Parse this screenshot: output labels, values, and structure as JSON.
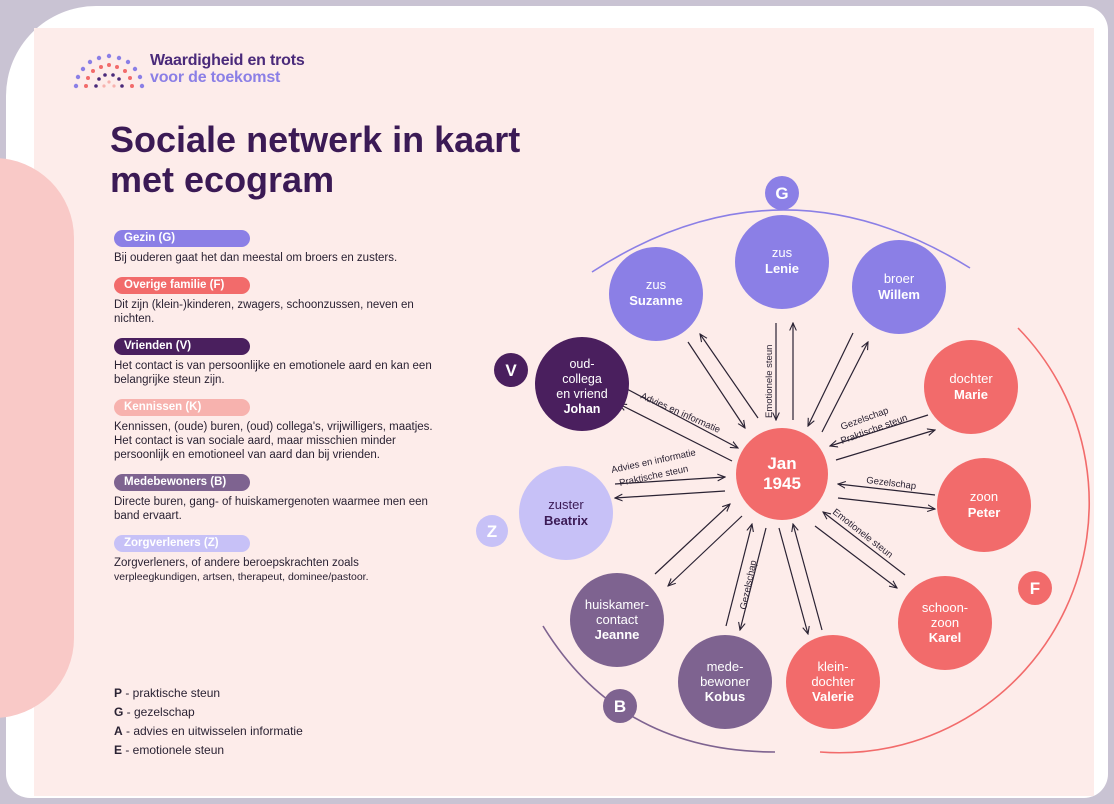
{
  "logo": {
    "line1": "Waardigheid en trots",
    "line2": "voor de toekomst"
  },
  "title": "Sociale netwerk in kaart met ecogram",
  "legend": [
    {
      "label": "Gezin (G)",
      "color": "#8b7fe6",
      "text": "Bij ouderen gaat het dan meestal om broers en zusters."
    },
    {
      "label": "Overige familie (F)",
      "color": "#f26b6b",
      "text": "Dit zijn (klein-)kinderen, zwagers, schoonzussen, neven en nichten."
    },
    {
      "label": "Vrienden (V)",
      "color": "#4a1f5e",
      "text": "Het contact is van persoonlijke en emotionele aard en kan een belangrijke steun zijn."
    },
    {
      "label": "Kennissen (K)",
      "color": "#f7b2ae",
      "text": "Kennissen, (oude) buren, (oud) collega's, vrijwilligers, maatjes. Het contact is van sociale aard, maar misschien minder persoonlijk en emotioneel van aard dan bij vrienden."
    },
    {
      "label": "Medebewoners (B)",
      "color": "#7e6390",
      "text": "Directe buren, gang- of huiskamergenoten waarmee men een band ervaart."
    },
    {
      "label": "Zorgverleners (Z)",
      "color": "#c7c1f7",
      "text": "Zorgverleners, of andere beroepskrachten zoals",
      "text2": "verpleegkundigen, artsen, therapeut, dominee/pastoor."
    }
  ],
  "keys": [
    {
      "letter": "P",
      "text": " - praktische steun"
    },
    {
      "letter": "G",
      "text": " - gezelschap"
    },
    {
      "letter": "A",
      "text": " - advies en uitwisselen informatie"
    },
    {
      "letter": "E",
      "text": " - emotionele steun"
    }
  ],
  "colors": {
    "gezin": "#8b7fe6",
    "familie": "#f26b6b",
    "vrienden": "#4a1f5e",
    "medebewoners": "#7e6390",
    "zorgverleners": "#c7c1f7",
    "center": "#f26b6b",
    "title": "#3b1a55"
  },
  "center": {
    "name": "Jan",
    "year": "1945"
  },
  "groups": {
    "G": "G",
    "V": "V",
    "Z": "Z",
    "B": "B",
    "F": "F"
  },
  "nodes": {
    "suzanne": {
      "role": "zus",
      "name": "Suzanne"
    },
    "lenie": {
      "role": "zus",
      "name": "Lenie"
    },
    "willem": {
      "role": "broer",
      "name": "Willem"
    },
    "johan": {
      "role1": "oud-",
      "role2": "collega",
      "role3": "en vriend",
      "name": "Johan"
    },
    "marie": {
      "role": "dochter",
      "name": "Marie"
    },
    "beatrix": {
      "role": "zuster",
      "name": "Beatrix"
    },
    "peter": {
      "role": "zoon",
      "name": "Peter"
    },
    "karel": {
      "role1": "schoon-",
      "role2": "zoon",
      "name": "Karel"
    },
    "valerie": {
      "role1": "klein-",
      "role2": "dochter",
      "name": "Valerie"
    },
    "kobus": {
      "role1": "mede-",
      "role2": "bewoner",
      "name": "Kobus"
    },
    "jeanne": {
      "role1": "huiskamer-",
      "role2": "contact",
      "name": "Jeanne"
    }
  },
  "edge_labels": {
    "lenie": "Emotionele steun",
    "johan": "Advies en informatie",
    "marie1": "Gezelschap",
    "marie2": "Praktische steun",
    "beatrix1": "Advies en informatie",
    "beatrix2": "Praktische steun",
    "peter": "Gezelschap",
    "karel": "Emotionele steun",
    "kobus": "Gezelschap"
  }
}
